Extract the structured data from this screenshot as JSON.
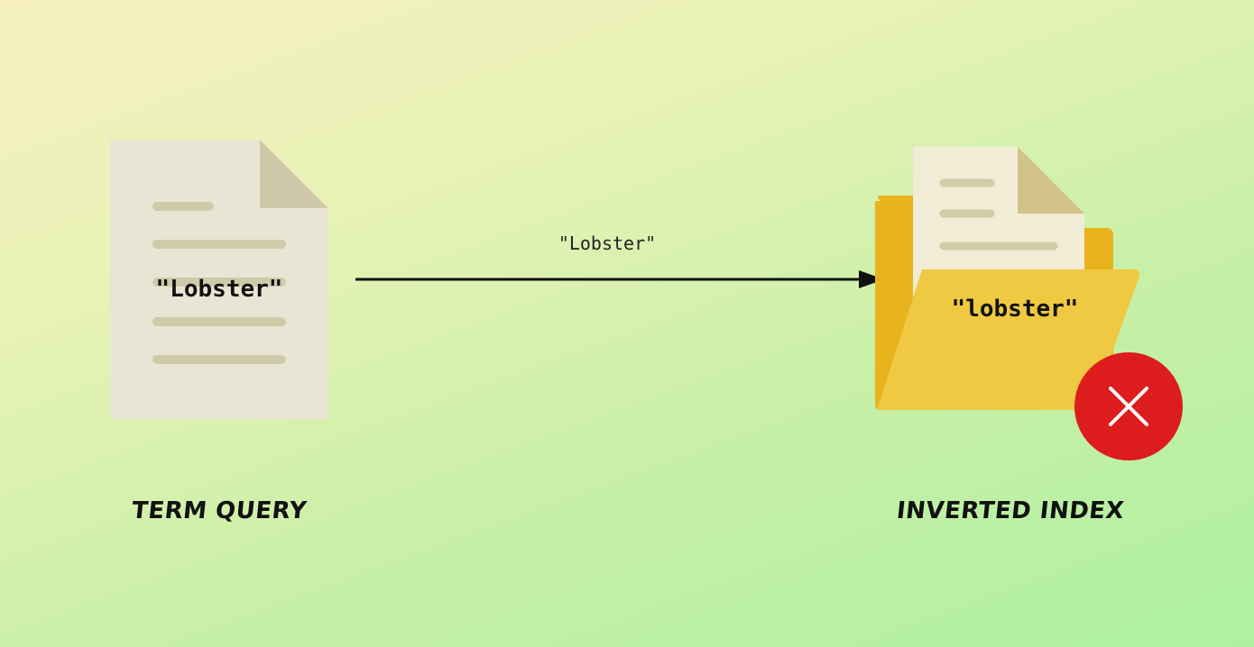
{
  "diagram": {
    "term_query": {
      "caption": "TERM QUERY",
      "document_text": "\"Lobster\""
    },
    "arrow": {
      "label": "\"Lobster\""
    },
    "inverted_index": {
      "caption": "INVERTED INDEX",
      "folder_text": "\"lobster\"",
      "status_icon": "x-mark-icon"
    },
    "colors": {
      "background_start": "#f6f0c0",
      "background_end": "#aef0a2",
      "document": "#e9e5d4",
      "document_fold": "#cfc9aa",
      "document_lines": "#cfcaa8",
      "folder_back": "#e8b31d",
      "folder_front": "#eec941",
      "error_red": "#dd1d1d"
    }
  }
}
